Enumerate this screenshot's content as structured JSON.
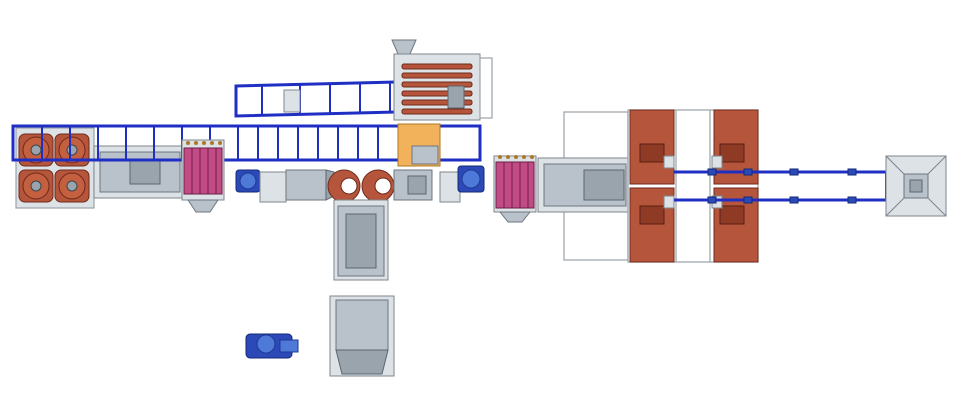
{
  "colors": {
    "steel": "#b9c2ca",
    "frame": "#9aa2aa",
    "rust": "#b5553c",
    "conveyor": "#1f2fc4",
    "blower": "#2d49b8",
    "filter": "#c24b86",
    "hopper": "#f2b25c"
  },
  "components": [
    "bale-openers",
    "feed-conveyor",
    "incline-conveyor",
    "top-hopper-feeder",
    "filter-units",
    "blowers",
    "centrifugal-separators",
    "main-chute",
    "cleaning-line",
    "carding-machines",
    "outlet-ducts",
    "condenser-box",
    "loose-blower"
  ]
}
